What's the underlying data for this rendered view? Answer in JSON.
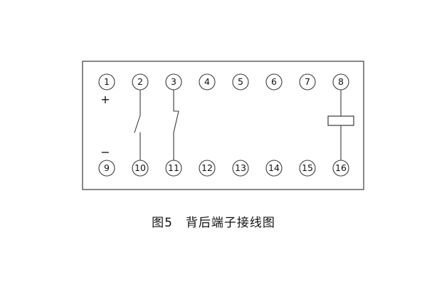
{
  "caption": "图5　背后端子接线图",
  "labels": {
    "plus": "+",
    "minus": "−"
  },
  "terminals": {
    "top": [
      "1",
      "2",
      "3",
      "4",
      "5",
      "6",
      "7",
      "8"
    ],
    "bottom": [
      "9",
      "10",
      "11",
      "12",
      "13",
      "14",
      "15",
      "16"
    ]
  },
  "colors": {
    "line": "#3a3a3a",
    "text": "#111111",
    "background": "#ffffff"
  }
}
